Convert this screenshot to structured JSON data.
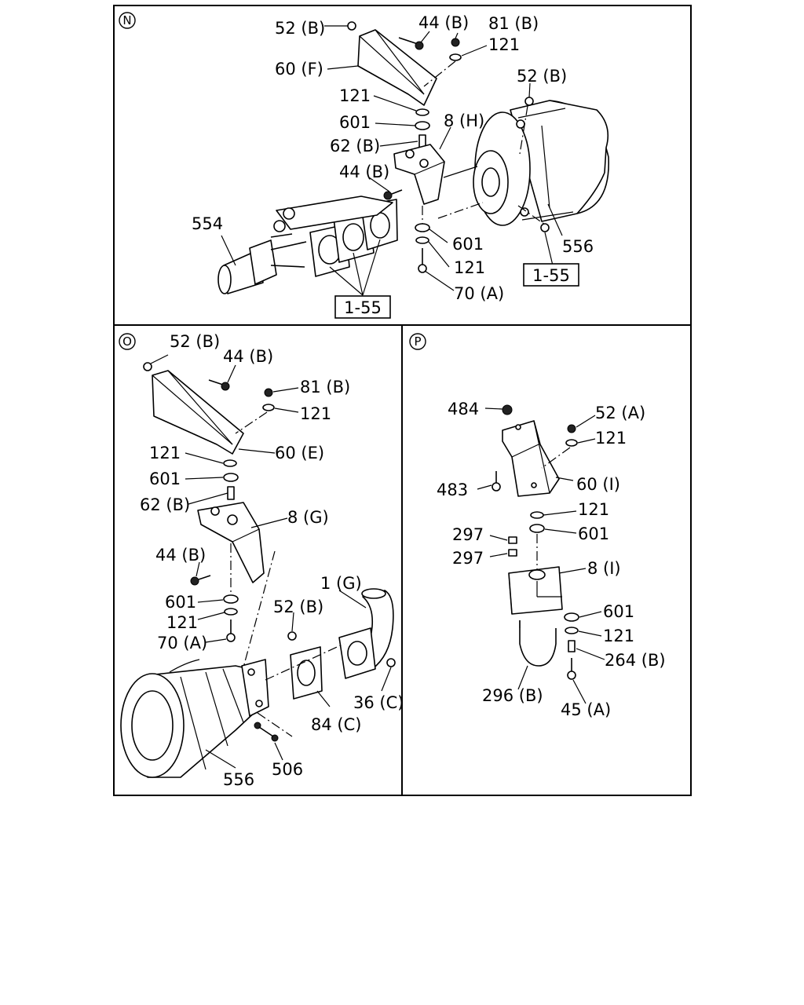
{
  "sections": {
    "n": {
      "marker": "N",
      "labels": {
        "l52b_top": "52 (B)",
        "l44b_top": "44 (B)",
        "l81b": "81 (B)",
        "l121_top": "121",
        "l52b_right": "52 (B)",
        "l60f": "60 (F)",
        "l121_mid": "121",
        "l601_mid": "601",
        "l8h": "8 (H)",
        "l62b": "62 (B)",
        "l44b_mid": "44 (B)",
        "l554": "554",
        "l601_low": "601",
        "l556": "556",
        "l121_low": "121",
        "l70a": "70 (A)"
      },
      "ref_boxes": [
        "1-55",
        "1-55"
      ]
    },
    "o": {
      "marker": "O",
      "labels": {
        "l52b_top": "52 (B)",
        "l44b_top": "44 (B)",
        "l81b": "81 (B)",
        "l121_top": "121",
        "l121_a": "121",
        "l60e": "60 (E)",
        "l601_a": "601",
        "l62b": "62 (B)",
        "l8g": "8 (G)",
        "l44b_mid": "44 (B)",
        "l1g": "1 (G)",
        "l601_b": "601",
        "l52b_mid": "52 (B)",
        "l121_b": "121",
        "l70a": "70 (A)",
        "l36c": "36 (C)",
        "l84c": "84 (C)",
        "l556": "556",
        "l506": "506"
      }
    },
    "p": {
      "marker": "P",
      "labels": {
        "l484": "484",
        "l52a": "52 (A)",
        "l121_top": "121",
        "l483": "483",
        "l60i": "60 (I)",
        "l121_mid": "121",
        "l297_a": "297",
        "l601_mid": "601",
        "l297_b": "297",
        "l8i": "8 (I)",
        "l601_low": "601",
        "l121_low": "121",
        "l264b": "264 (B)",
        "l296b": "296 (B)",
        "l45a": "45 (A)"
      }
    }
  }
}
